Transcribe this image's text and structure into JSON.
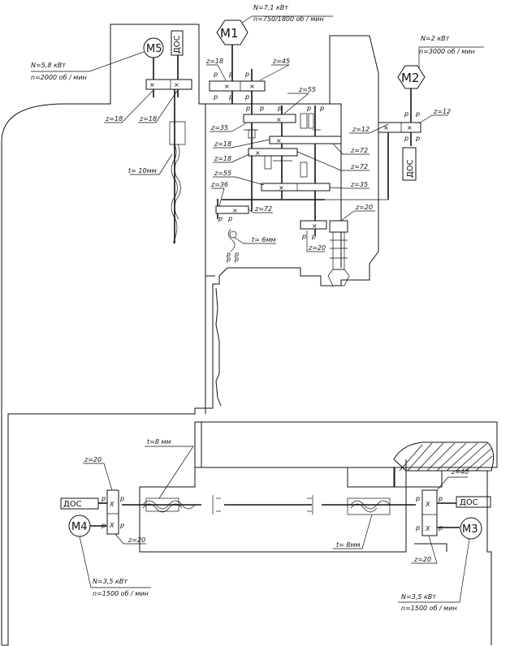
{
  "motors": {
    "m1": {
      "name": "М1",
      "power": "N=7,1 кВт",
      "speed": "n=750/1800 об / мин"
    },
    "m2": {
      "name": "М2",
      "power": "N=2 кВт",
      "speed": "n=3000 об / мин"
    },
    "m3": {
      "name": "М3",
      "power": "N=3,5 кВт",
      "speed": "n=1500 об / мин"
    },
    "m4": {
      "name": "М4",
      "power": "N=3,5 кВт",
      "speed": "n=1500 об / мин"
    },
    "m5": {
      "name": "М5",
      "power": "N=5,8 кВт",
      "speed": "n=2000 об / мин"
    }
  },
  "sensor_label": "ДОС",
  "gears": {
    "z18_a": "z=18",
    "z45": "z=45",
    "z55_a": "z=55",
    "z35_a": "z=35",
    "z18_b": "z=18",
    "z18_c": "z=18",
    "z55_b": "z=55",
    "z36": "z=36",
    "z72_a": "z=72",
    "z72_b": "z=72",
    "z35_b": "z=35",
    "z72_c": "z=72",
    "z20_a": "z=20",
    "z20_b": "z=20",
    "z12_a": "z=12",
    "z12_b": "z=12",
    "z18_m5a": "z=18",
    "z18_m5b": "z=18",
    "z20_l1": "z=20",
    "z20_l2": "z=20",
    "z40": "z=40",
    "z20_r": "z=20"
  },
  "pitch": {
    "t10": "t= 10мм",
    "t6": "t= 6мм",
    "t8_top": "t=8 мм",
    "t8_bot": "t= 8мм"
  }
}
